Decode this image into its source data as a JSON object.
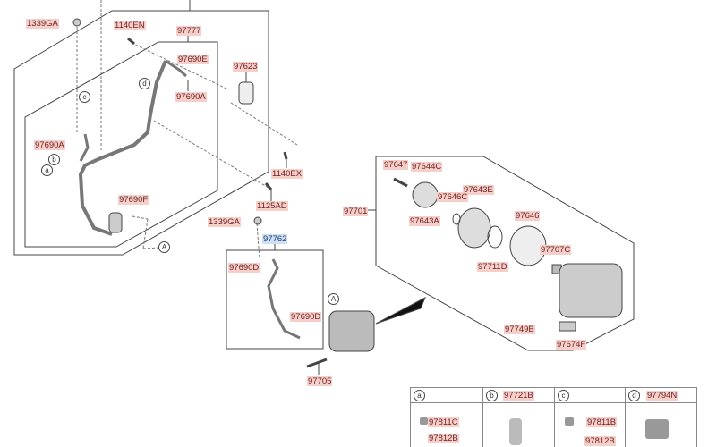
{
  "parts": {
    "p1339ga_top": "1339GA",
    "p1140en": "1140EN",
    "p97777": "97777",
    "p97690e": "97690E",
    "p97623": "97623",
    "p97690a_top": "97690A",
    "p97690a_left": "97690A",
    "p1140ex": "1140EX",
    "p1125ad": "1125AD",
    "p97690f": "97690F",
    "p1339ga_mid": "1339GA",
    "p97762": "97762",
    "p97690d_top": "97690D",
    "p97690d_bot": "97690D",
    "p97705": "97705",
    "p97701": "97701",
    "p97647": "97647",
    "p97644c": "97644C",
    "p97643e": "97643E",
    "p97646c": "97646C",
    "p97643a": "97643A",
    "p97646": "97646",
    "p97707c": "97707C",
    "p97711d": "97711D",
    "p97749b": "97749B",
    "p97674f": "97674F"
  },
  "callouts": {
    "a": "a",
    "b": "b",
    "c": "c",
    "d": "d",
    "A1": "A",
    "A2": "A"
  },
  "legend_table": {
    "columns": [
      {
        "key": "a",
        "part": "",
        "items": [
          "97811C",
          "97812B"
        ]
      },
      {
        "key": "b",
        "part": "97721B",
        "items": []
      },
      {
        "key": "c",
        "part": "",
        "items": [
          "97811B",
          "97812B"
        ]
      },
      {
        "key": "d",
        "part": "97794N",
        "items": []
      }
    ]
  },
  "colors": {
    "label_bg": "#f6cfca",
    "highlight_bg": "#cfe0f4",
    "label_text": "#6b1f1f"
  }
}
